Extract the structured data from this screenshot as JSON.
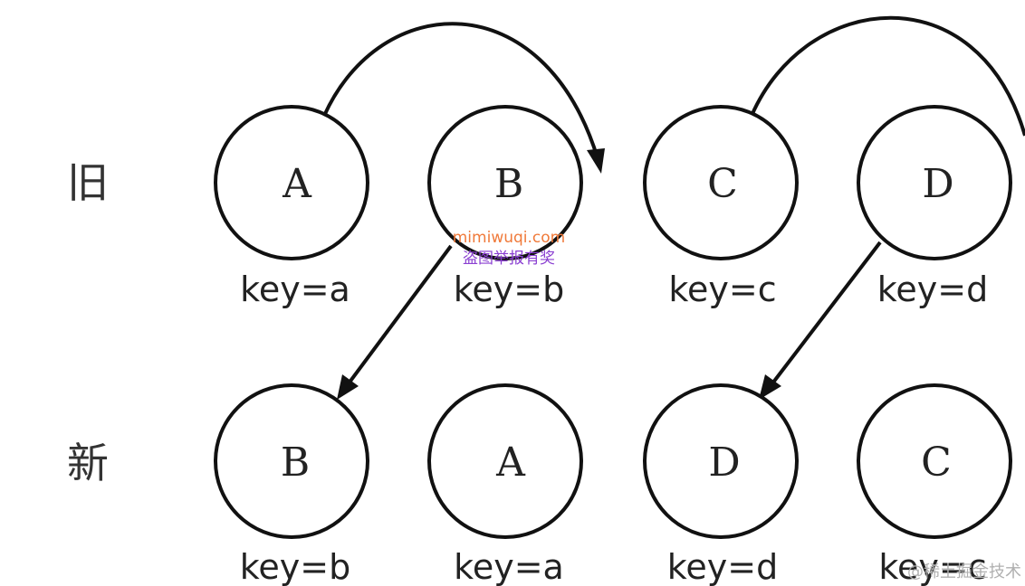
{
  "rows": {
    "old_label": "旧",
    "new_label": "新"
  },
  "old_nodes": [
    {
      "letter": "A",
      "key": "key=a"
    },
    {
      "letter": "B",
      "key": "key=b"
    },
    {
      "letter": "C",
      "key": "key=c"
    },
    {
      "letter": "D",
      "key": "key=d"
    }
  ],
  "new_nodes": [
    {
      "letter": "B",
      "key": "key=b"
    },
    {
      "letter": "A",
      "key": "key=a"
    },
    {
      "letter": "D",
      "key": "key=d"
    },
    {
      "letter": "C",
      "key": "key=c"
    }
  ],
  "watermark": {
    "site": "mimiwuqi.com",
    "notice": "盗图举报有奖",
    "corner": "@稀土掘金技术"
  },
  "colors": {
    "stroke": "#111111",
    "watermark_site": "#f07a3a",
    "watermark_notice": "#8a3fd1"
  }
}
